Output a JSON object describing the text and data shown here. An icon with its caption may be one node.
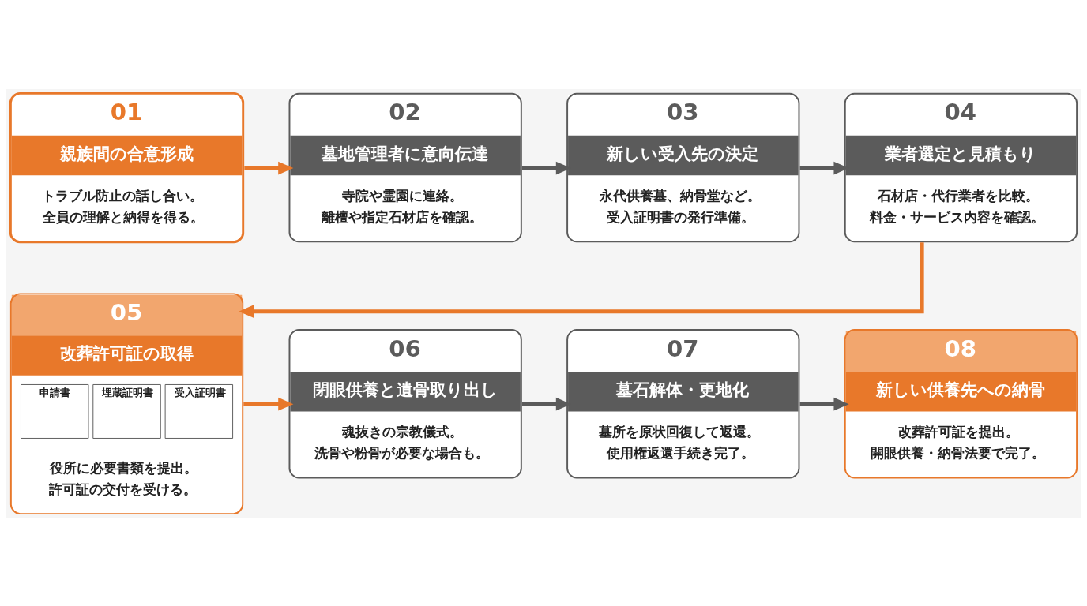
{
  "diagram": {
    "nodes": [
      {
        "text": [
          "01",
          "親族間の合意形成",
          "トラブル防止の話し合い。全員の理解と納得を得る。"
        ]
      },
      {
        "text": [
          "02",
          "墓地管理者に意向伝達",
          "寺院や霊園に連絡。離檀や指定石材店を確認。"
        ]
      },
      {
        "text": [
          "03",
          "新しい受入先の決定",
          "永代供養墓、納骨堂など。受入証明書の発行準備。"
        ]
      },
      {
        "text": [
          "04",
          "業者選定と見積もり",
          "石材店・代行業者を比較。料金・サービス内容を確認。"
        ]
      },
      {
        "text": [
          "05",
          "改葬許可証の取得",
          "申請書",
          "埋蔵証明書",
          "受入証明書",
          "役所に必要書類を提出。許可証の交付を受ける。"
        ]
      },
      {
        "text": [
          "06",
          "閉眼供養と遺骨取り出し",
          "魂抜きの宗教儀式。洗骨や粉骨が必要な場合も。"
        ]
      },
      {
        "text": [
          "07",
          "墓石解体・更地化",
          "墓所を原状回復して返還。使用権返還手続き完了。"
        ]
      },
      {
        "text": [
          "08",
          "新しい供養先への納骨",
          "改葬許可証を提出。開眼供養・納骨法要で完了。"
        ]
      }
    ],
    "edges": [
      {
        "from": 0,
        "to": 1,
        "arrow": "to",
        "color": "#e8782a"
      },
      {
        "from": 1,
        "to": 2,
        "arrow": "to"
      },
      {
        "from": 2,
        "to": 3,
        "arrow": "to"
      },
      {
        "from": 3,
        "to": 4,
        "arrow": "to",
        "color": "#e8782a"
      },
      {
        "from": 4,
        "to": 5,
        "arrow": "to",
        "color": "#e8782a"
      },
      {
        "from": 5,
        "to": 6,
        "arrow": "to"
      },
      {
        "from": 6,
        "to": 7,
        "arrow": "to"
      }
    ]
  }
}
